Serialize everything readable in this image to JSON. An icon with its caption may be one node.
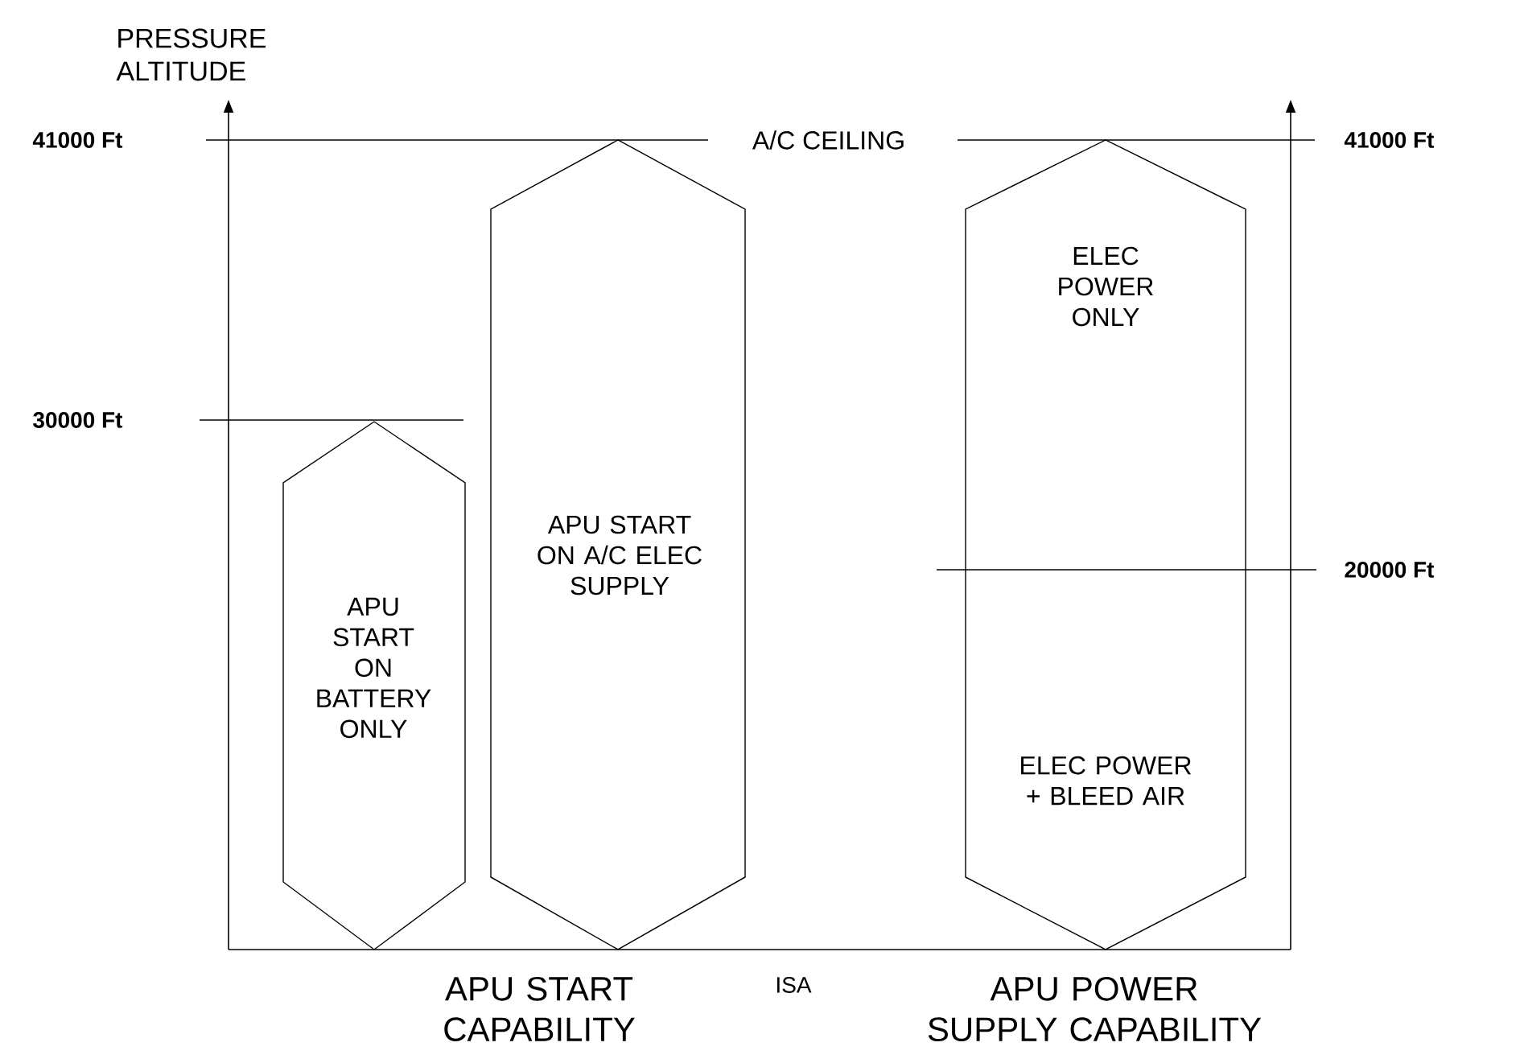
{
  "diagram": {
    "nodes": [
      {
        "text": [
          "APU START ON BATTERY ONLY"
        ]
      },
      {
        "text": [
          "APU START ON A/C ELEC SUPPLY"
        ]
      },
      {
        "text": [
          "ELEC POWER ONLY",
          "ELEC POWER + BLEED AIR"
        ]
      }
    ],
    "labels": [
      "PRESSURE ALTITUDE",
      "41000 Ft",
      "A/C CEILING",
      "41000 Ft",
      "30000 Ft",
      "20000 Ft",
      "APU START CAPABILITY",
      "ISA",
      "APU POWER SUPPLY CAPABILITY"
    ]
  }
}
